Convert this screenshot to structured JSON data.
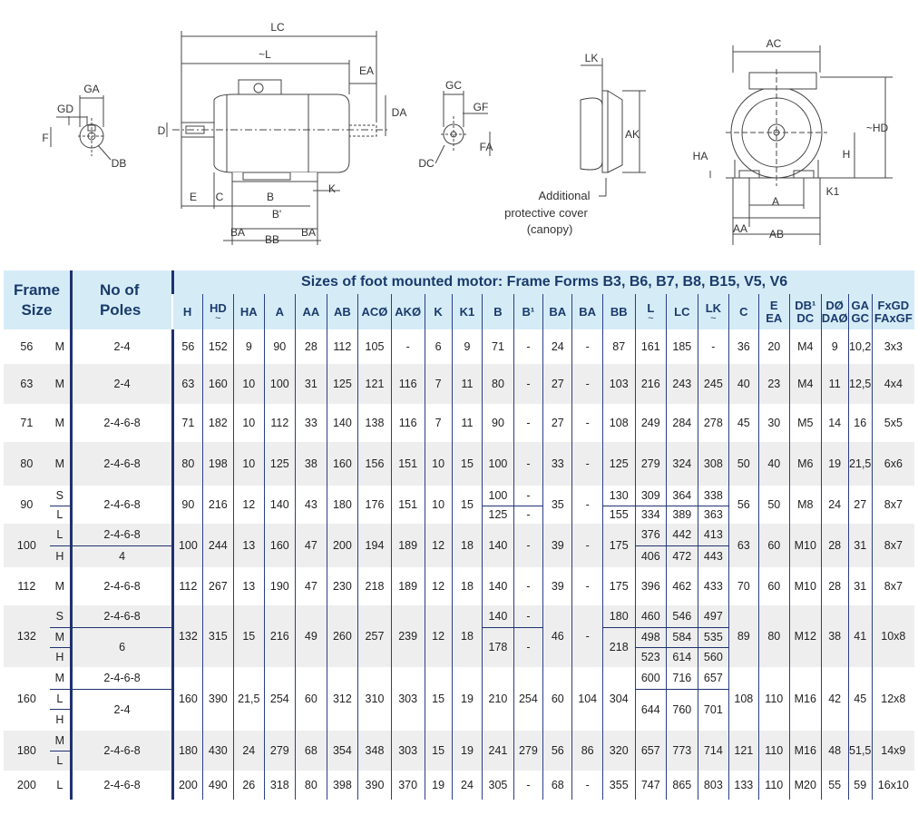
{
  "drawing": {
    "dims": {
      "LC": "LC",
      "L": "~L",
      "EA": "EA",
      "D": "D",
      "DA": "DA",
      "E": "E",
      "C": "C",
      "B": "B",
      "B1": "B'",
      "K": "K",
      "BA": "BA",
      "BB": "BB",
      "GA": "GA",
      "GD": "GD",
      "F": "F",
      "DB": "DB",
      "GC": "GC",
      "GF": "GF",
      "DC": "DC",
      "FA": "FA",
      "LK": "LK",
      "AK": "AK",
      "AC": "AC",
      "HD": "~HD",
      "HA": "HA",
      "H": "H",
      "K1": "K1",
      "A": "A",
      "AA": "AA",
      "AB": "AB"
    },
    "canopy_note": [
      "Additional",
      "protective cover",
      "(canopy)"
    ]
  },
  "table": {
    "head": {
      "frame": [
        "Frame",
        "Size"
      ],
      "poles": [
        "No of",
        "Poles"
      ],
      "title": "Sizes of foot mounted motor: Frame Forms B3, B6, B7, B8, B15, V5, V6",
      "columns": [
        [
          "H",
          ""
        ],
        [
          "HD",
          "~"
        ],
        [
          "HA",
          ""
        ],
        [
          "A",
          ""
        ],
        [
          "AA",
          ""
        ],
        [
          "AB",
          ""
        ],
        [
          "ACØ",
          ""
        ],
        [
          "AKØ",
          ""
        ],
        [
          "K",
          ""
        ],
        [
          "K1",
          ""
        ],
        [
          "B",
          ""
        ],
        [
          "B¹",
          ""
        ],
        [
          "BA",
          ""
        ],
        [
          "BA",
          ""
        ],
        [
          "BB",
          ""
        ],
        [
          "L",
          "~"
        ],
        [
          "LC",
          ""
        ],
        [
          "LK",
          "~"
        ],
        [
          "C",
          ""
        ],
        [
          "E",
          "EA"
        ],
        [
          "DB¹",
          "DC"
        ],
        [
          "DØ",
          "DAØ"
        ],
        [
          "GA",
          "GC"
        ],
        [
          "FxGD",
          "FAxGF"
        ]
      ]
    },
    "rows": [
      {
        "frame": "56",
        "types": [
          "M"
        ],
        "poles": [
          "2-4"
        ],
        "vals": [
          "56",
          "152",
          "9",
          "90",
          "28",
          "112",
          "105",
          "-",
          "6",
          "9",
          "71",
          "-",
          "24",
          "-",
          "87",
          "161",
          "185",
          "-",
          "36",
          "20",
          "M4",
          "9",
          "10,2",
          "3x3"
        ]
      },
      {
        "frame": "63",
        "types": [
          "M"
        ],
        "poles": [
          "2-4"
        ],
        "vals": [
          "63",
          "160",
          "10",
          "100",
          "31",
          "125",
          "121",
          "116",
          "7",
          "11",
          "80",
          "-",
          "27",
          "-",
          "103",
          "216",
          "243",
          "245",
          "40",
          "23",
          "M4",
          "11",
          "12,5",
          "4x4"
        ]
      },
      {
        "frame": "71",
        "types": [
          "M"
        ],
        "poles": [
          "2-4-6-8"
        ],
        "vals": [
          "71",
          "182",
          "10",
          "112",
          "33",
          "140",
          "138",
          "116",
          "7",
          "11",
          "90",
          "-",
          "27",
          "-",
          "108",
          "249",
          "284",
          "278",
          "45",
          "30",
          "M5",
          "14",
          "16",
          "5x5"
        ]
      },
      {
        "frame": "80",
        "types": [
          "M"
        ],
        "poles": [
          "2-4-6-8"
        ],
        "vals": [
          "80",
          "198",
          "10",
          "125",
          "38",
          "160",
          "156",
          "151",
          "10",
          "15",
          "100",
          "-",
          "33",
          "-",
          "125",
          "279",
          "324",
          "308",
          "50",
          "40",
          "M6",
          "19",
          "21,5",
          "6x6"
        ]
      },
      {
        "frame": "90",
        "types": [
          "S",
          "L"
        ],
        "poles": [
          "2-4-6-8"
        ],
        "vals": [
          "90",
          "216",
          "12",
          "140",
          "43",
          "180",
          "176",
          "151",
          "10",
          "15",
          [
            "100",
            "125"
          ],
          [
            "-",
            "-"
          ],
          "35",
          "-",
          [
            "130",
            "155"
          ],
          [
            "309",
            "334"
          ],
          [
            "364",
            "389"
          ],
          [
            "338",
            "363"
          ],
          "56",
          "50",
          "M8",
          "24",
          "27",
          "8x7"
        ]
      },
      {
        "frame": "100",
        "types": [
          "L",
          "H"
        ],
        "poles": [
          "2-4-6-8",
          "4"
        ],
        "vals": [
          "100",
          "244",
          "13",
          "160",
          "47",
          "200",
          "194",
          "189",
          "12",
          "18",
          "140",
          "-",
          "39",
          "-",
          "175",
          [
            "376",
            "406"
          ],
          [
            "442",
            "472"
          ],
          [
            "413",
            "443"
          ],
          "63",
          "60",
          "M10",
          "28",
          "31",
          "8x7"
        ]
      },
      {
        "frame": "112",
        "types": [
          "M"
        ],
        "poles": [
          "2-4-6-8"
        ],
        "vals": [
          "112",
          "267",
          "13",
          "190",
          "47",
          "230",
          "218",
          "189",
          "12",
          "18",
          "140",
          "-",
          "39",
          "-",
          "175",
          "396",
          "462",
          "433",
          "70",
          "60",
          "M10",
          "28",
          "31",
          "8x7"
        ]
      },
      {
        "frame": "132",
        "types": [
          "S",
          "M",
          "H"
        ],
        "poles": [
          "2-4-6-8",
          "6"
        ],
        "vals": [
          "132",
          "315",
          "15",
          "216",
          "49",
          "260",
          "257",
          "239",
          "12",
          "18",
          [
            "140",
            "178"
          ],
          [
            "-",
            "-"
          ],
          "46",
          "-",
          [
            "180",
            "218"
          ],
          [
            "460",
            "498",
            "523"
          ],
          [
            "546",
            "584",
            "614"
          ],
          [
            "497",
            "535",
            "560"
          ],
          "89",
          "80",
          "M12",
          "38",
          "41",
          "10x8"
        ]
      },
      {
        "frame": "160",
        "types": [
          "M",
          "L",
          "H"
        ],
        "poles": [
          "2-4-6-8",
          "2-4"
        ],
        "vals": [
          "160",
          "390",
          "21,5",
          "254",
          "60",
          "312",
          "310",
          "303",
          "15",
          "19",
          "210",
          "254",
          "60",
          "104",
          "304",
          [
            "600",
            "644"
          ],
          [
            "716",
            "760"
          ],
          [
            "657",
            "701"
          ],
          "108",
          "110",
          "M16",
          "42",
          "45",
          "12x8"
        ]
      },
      {
        "frame": "180",
        "types": [
          "M",
          "L"
        ],
        "poles": [
          "2-4-6-8"
        ],
        "vals": [
          "180",
          "430",
          "24",
          "279",
          "68",
          "354",
          "348",
          "303",
          "15",
          "19",
          "241",
          "279",
          "56",
          "86",
          "320",
          "657",
          "773",
          "714",
          "121",
          "110",
          "M16",
          "48",
          "51,5",
          "14x9"
        ]
      },
      {
        "frame": "200",
        "types": [
          "L"
        ],
        "poles": [
          "2-4-6-8"
        ],
        "vals": [
          "200",
          "490",
          "26",
          "318",
          "80",
          "398",
          "390",
          "370",
          "19",
          "24",
          "305",
          "-",
          "68",
          "-",
          "355",
          "747",
          "865",
          "803",
          "133",
          "110",
          "M20",
          "55",
          "59",
          "16x10"
        ]
      }
    ]
  }
}
